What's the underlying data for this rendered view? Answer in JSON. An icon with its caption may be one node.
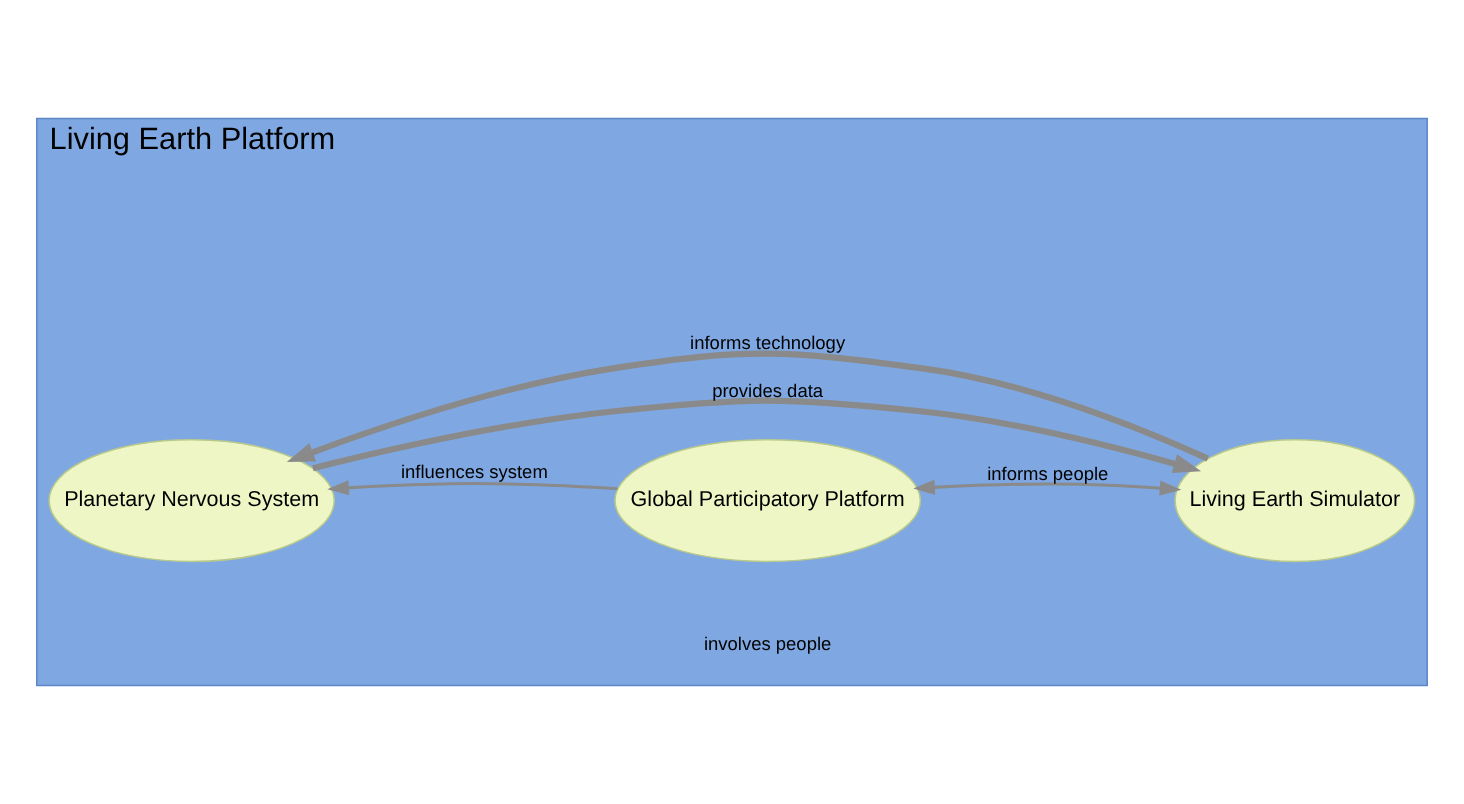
{
  "diagram": {
    "nodes": [
      {
        "text": [
          "Living Earth Platform"
        ]
      },
      {
        "text": [
          "Planetary Nervous System"
        ],
        "in": 0
      },
      {
        "text": [
          "Global Participatory Platform"
        ],
        "in": 0
      },
      {
        "text": [
          "Living Earth Simulator"
        ],
        "in": 0
      }
    ],
    "edges": [
      {
        "from": 1,
        "to": 3,
        "arrow": "to",
        "label": "provides data",
        "style": "thick"
      },
      {
        "from": 2,
        "to": 1,
        "arrow": "to",
        "label": "influences system"
      },
      {
        "from": 2,
        "to": 3,
        "arrow": "both",
        "label": "informs people"
      },
      {
        "from": 3,
        "to": 1,
        "arrow": "to",
        "label": "informs technology",
        "style": "thick"
      }
    ],
    "labels": [
      "involves people"
    ]
  }
}
